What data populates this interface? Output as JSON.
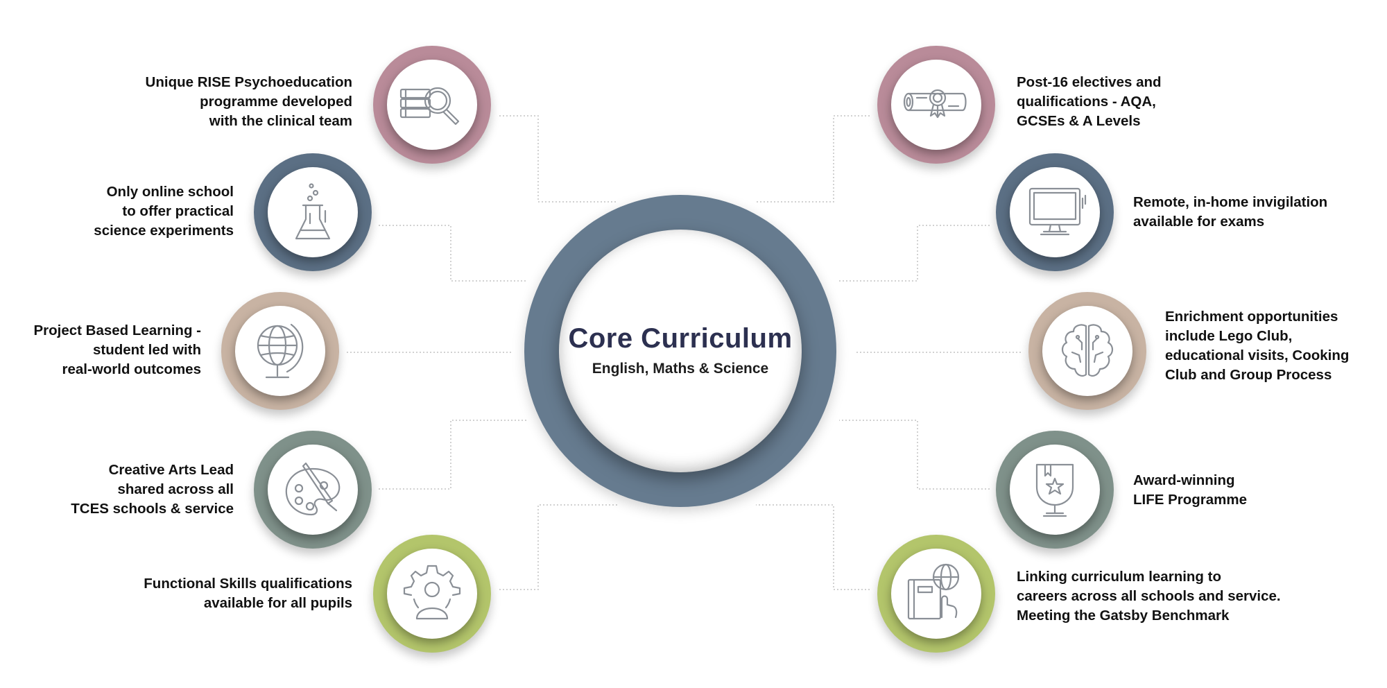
{
  "center": {
    "title": "Core Curriculum",
    "subtitle": "English, Maths & Science",
    "color": "#667b8f"
  },
  "colors": {
    "rose": "#b98b99",
    "slate": "#5b6f84",
    "sand": "#c8b3a3",
    "sage": "#7f918a",
    "lime": "#b3c56b",
    "icon_stroke": "#8a8f96",
    "connector": "#c2c2c2"
  },
  "items": [
    {
      "side": "left",
      "icon": "books-magnifier-icon",
      "color": "#b98b99",
      "lines": [
        "Unique RISE Psychoeducation",
        "programme developed",
        "with the clinical team"
      ]
    },
    {
      "side": "left",
      "icon": "flask-icon",
      "color": "#5b6f84",
      "lines": [
        "Only online school",
        "to offer practical",
        "science experiments"
      ]
    },
    {
      "side": "left",
      "icon": "globe-icon",
      "color": "#c8b3a3",
      "lines": [
        "Project Based Learning -",
        "student led with",
        "real-world outcomes"
      ]
    },
    {
      "side": "left",
      "icon": "paint-palette-icon",
      "color": "#7f918a",
      "lines": [
        "Creative Arts Lead",
        "shared across all",
        "TCES schools & service"
      ]
    },
    {
      "side": "left",
      "icon": "gear-person-icon",
      "color": "#b3c56b",
      "lines": [
        "Functional Skills qualifications",
        "available for all pupils"
      ]
    },
    {
      "side": "right",
      "icon": "diploma-scroll-icon",
      "color": "#b98b99",
      "lines": [
        "Post-16 electives and",
        "qualifications - AQA,",
        "GCSEs & A Levels"
      ]
    },
    {
      "side": "right",
      "icon": "computer-monitor-icon",
      "color": "#5b6f84",
      "lines": [
        "Remote, in-home invigilation",
        "available for exams"
      ]
    },
    {
      "side": "right",
      "icon": "brain-icon",
      "color": "#c8b3a3",
      "lines": [
        "Enrichment opportunities",
        "include Lego Club,",
        "educational visits, Cooking",
        "Club and Group Process"
      ]
    },
    {
      "side": "right",
      "icon": "trophy-star-icon",
      "color": "#7f918a",
      "lines": [
        "Award-winning",
        "LIFE Programme"
      ]
    },
    {
      "side": "right",
      "icon": "book-globe-hand-icon",
      "color": "#b3c56b",
      "lines": [
        "Linking curriculum learning to",
        "careers across all schools and service.",
        "Meeting the Gatsby Benchmark"
      ]
    }
  ]
}
